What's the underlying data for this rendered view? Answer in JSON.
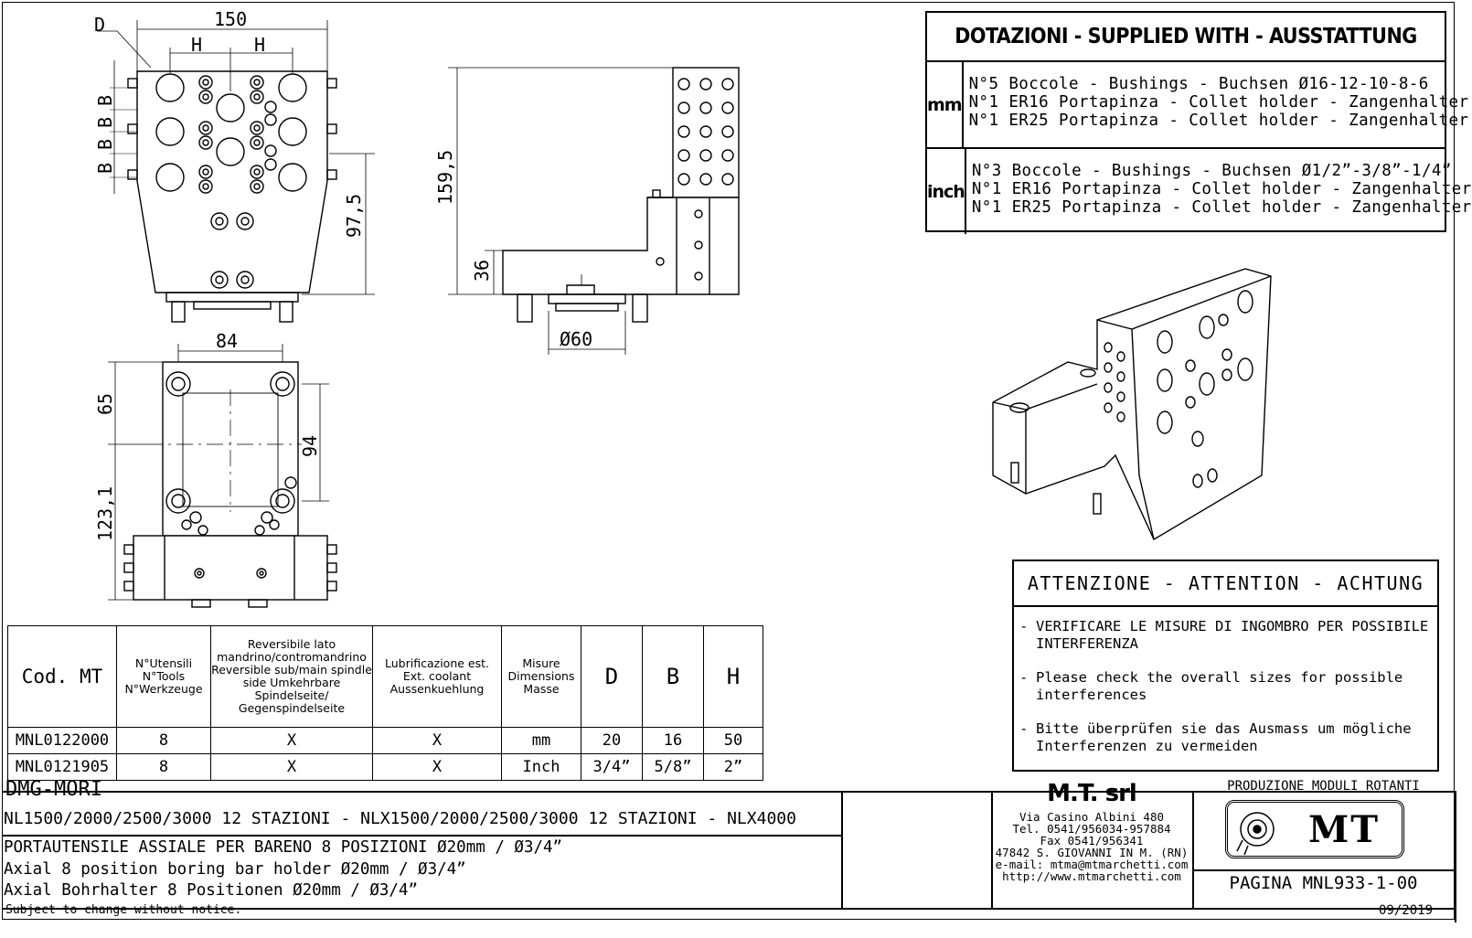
{
  "drawing": {
    "dims": {
      "width_150": "150",
      "d_label": "D",
      "h_label": "H",
      "b_label": "B",
      "height_97_5": "97,5",
      "height_159_5": "159,5",
      "height_36": "36",
      "dia_60": "Ø60",
      "width_84": "84",
      "height_65": "65",
      "height_94": "94",
      "height_123_1": "123,1"
    }
  },
  "supplied_with": {
    "title": "DOTAZIONI - SUPPLIED WITH - AUSSTATTUNG",
    "rows": [
      {
        "unit": "mm",
        "lines": [
          "N°5 Boccole - Bushings - Buchsen Ø16-12-10-8-6",
          "N°1 ER16 Portapinza - Collet holder - Zangenhalter",
          "N°1 ER25 Portapinza - Collet holder - Zangenhalter"
        ]
      },
      {
        "unit": "inch",
        "lines": [
          "N°3 Boccole - Bushings - Buchsen Ø1/2”-3/8”-1/4”",
          "N°1 ER16 Portapinza - Collet holder - Zangenhalter",
          "N°1 ER25 Portapinza - Collet holder - Zangenhalter"
        ]
      }
    ]
  },
  "attention": {
    "title": "ATTENZIONE - ATTENTION - ACHTUNG",
    "items": [
      "VERIFICARE LE MISURE DI INGOMBRO PER POSSIBILE INTERFERENZA",
      "Please check the overall sizes for possible interferences",
      "Bitte überprüfen sie das Ausmass um mögliche Interferenzen zu vermeiden"
    ]
  },
  "codes_table": {
    "headers": [
      "Cod. MT",
      "N°Utensili N°Tools N°Werkzeuge",
      "Reversibile lato mandrino/contromandrino Reversible sub/main spindle side Umkehrbare Spindelseite/ Gegenspindelseite",
      "Lubrificazione est. Ext. coolant Aussenkuehlung",
      "Misure Dimensions Masse",
      "D",
      "B",
      "H"
    ],
    "rows": [
      [
        "MNL0122000",
        "8",
        "X",
        "X",
        "mm",
        "20",
        "16",
        "50"
      ],
      [
        "MNL0121905",
        "8",
        "X",
        "X",
        "Inch",
        "3/4”",
        "5/8”",
        "2”"
      ]
    ]
  },
  "title_block": {
    "machine": "DMG-MORI",
    "models": "NL1500/2000/2500/3000 12 STAZIONI - NLX1500/2000/2500/3000 12 STAZIONI - NLX4000",
    "desc_it": "PORTAUTENSILE ASSIALE PER BARENO 8 POSIZIONI Ø20mm / Ø3/4”",
    "desc_en": "Axial 8 position boring bar holder Ø20mm / Ø3/4”",
    "desc_de": "Axial Bohrhalter 8 Positionen Ø20mm / Ø3/4”",
    "company": "M.T. srl",
    "address": [
      "Via Casino Albini 480",
      "Tel. 0541/956034-957884",
      "Fax 0541/956341",
      "47842 S. GIOVANNI IN M. (RN)",
      "e-mail: mtma@mtmarchetti.com",
      "http://www.mtmarchetti.com"
    ],
    "production": "PRODUZIONE MODULI ROTANTI",
    "logo_text": "MT",
    "page": "PAGINA MNL933-1-00"
  },
  "footer": {
    "notice": "Subject to change without notice.",
    "date": "09/2019"
  }
}
